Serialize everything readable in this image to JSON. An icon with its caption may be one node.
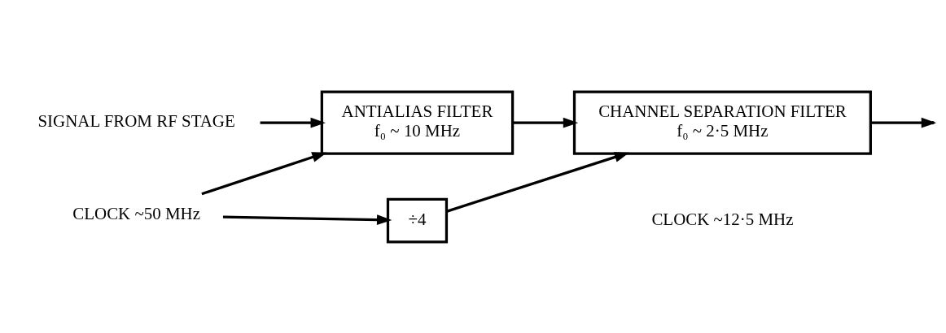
{
  "diagram": {
    "nodes": [
      {
        "text": [
          "SIGNAL FROM RF STAGE"
        ]
      },
      {
        "text": [
          "ANTIALIAS FILTER",
          "f₀ ~ 10 MHz"
        ]
      },
      {
        "text": [
          "CHANNEL SEPARATION FILTER",
          "f₀ ~ 2·5 MHz"
        ]
      },
      {
        "text": [
          "CLOCK ~50 MHz"
        ]
      },
      {
        "text": [
          "÷4"
        ]
      }
    ],
    "edges": [
      {
        "from": 0,
        "to": 1,
        "arrow": "to"
      },
      {
        "from": 1,
        "to": 2,
        "arrow": "to"
      },
      {
        "from": 2,
        "to": null,
        "arrow": "to"
      },
      {
        "from": 3,
        "to": 1,
        "arrow": "to"
      },
      {
        "from": 3,
        "to": 4,
        "arrow": "to"
      },
      {
        "from": 4,
        "to": 2,
        "arrow": "to"
      }
    ],
    "labels": [
      "CLOCK ~12·5 MHz"
    ]
  }
}
